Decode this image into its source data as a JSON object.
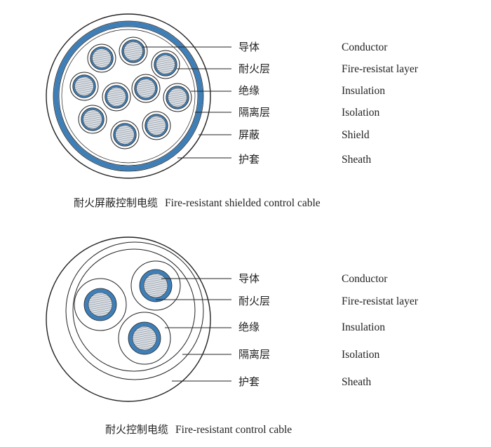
{
  "colors": {
    "blue": "#3f7fb8",
    "line": "#222222",
    "conductor": "#b9c0c8"
  },
  "top_diagram": {
    "labels": [
      {
        "zh": "导体",
        "en": "Conductor"
      },
      {
        "zh": "耐火层",
        "en": "Fire-resistat layer"
      },
      {
        "zh": "绝缘",
        "en": "Insulation"
      },
      {
        "zh": "隔离层",
        "en": "Isolation"
      },
      {
        "zh": "屏蔽",
        "en": "Shield"
      },
      {
        "zh": "护套",
        "en": "Sheath"
      }
    ],
    "caption_zh": "耐火屏蔽控制电缆",
    "caption_en": "Fire-resistant shielded control cable"
  },
  "bottom_diagram": {
    "labels": [
      {
        "zh": "导体",
        "en": "Conductor"
      },
      {
        "zh": "耐火层",
        "en": "Fire-resistat layer"
      },
      {
        "zh": "绝缘",
        "en": "Insulation"
      },
      {
        "zh": "隔离层",
        "en": "Isolation"
      },
      {
        "zh": "护套",
        "en": "Sheath"
      }
    ],
    "caption_zh": "耐火控制电缆",
    "caption_en": "Fire-resistant control cable"
  }
}
